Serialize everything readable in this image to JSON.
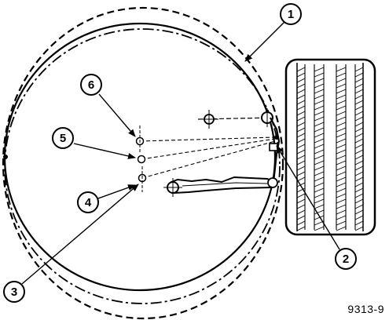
{
  "figure_code": "9313-9",
  "callouts": [
    "1",
    "2",
    "3",
    "4",
    "5",
    "6"
  ]
}
